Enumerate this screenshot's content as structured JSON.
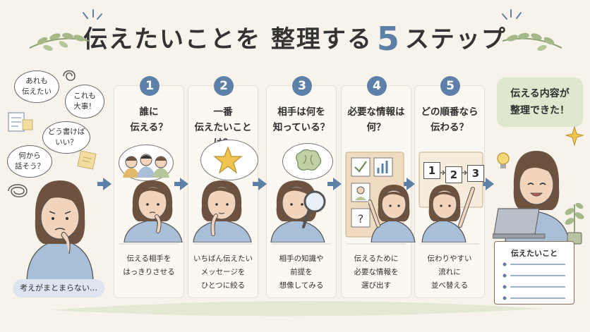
{
  "title": {
    "pre": "伝えたいことを 整理する",
    "num": "5",
    "post": "ステップ"
  },
  "left": {
    "bubbles": [
      "あれも\n伝えたい",
      "これも\n大事！",
      "どう書けば\nいい？",
      "何から\n話そう？"
    ],
    "caption": "考えがまとまらない…"
  },
  "steps": [
    {
      "num": "1",
      "head": "誰に\n伝える？",
      "desc": "伝える相手を\nはっきりさせる"
    },
    {
      "num": "2",
      "head": "一番\n伝えたいことは？",
      "desc": "いちばん伝えたい\nメッセージを\nひとつに絞る"
    },
    {
      "num": "3",
      "head": "相手は何を\n知っている？",
      "desc": "相手の知識や\n前提を\n想像してみる"
    },
    {
      "num": "4",
      "head": "必要な情報は\n何？",
      "desc": "伝えるために\n必要な情報を\n選び出す"
    },
    {
      "num": "5",
      "head": "どの順番なら\n伝わる？",
      "desc": "伝わりやすい\n流れに\n並べ替える"
    }
  ],
  "step5_boxes": [
    "1",
    "2",
    "3"
  ],
  "right": {
    "bubble": "伝える内容が\n整理できた！",
    "note_title": "伝えたいこと"
  },
  "colors": {
    "accent": "#5d80a8",
    "card": "#fbf8f1",
    "skin": "#f2d3bc",
    "hair": "#6e5240",
    "shirt": "#a9bfd8",
    "green": "#dfe8cf"
  }
}
